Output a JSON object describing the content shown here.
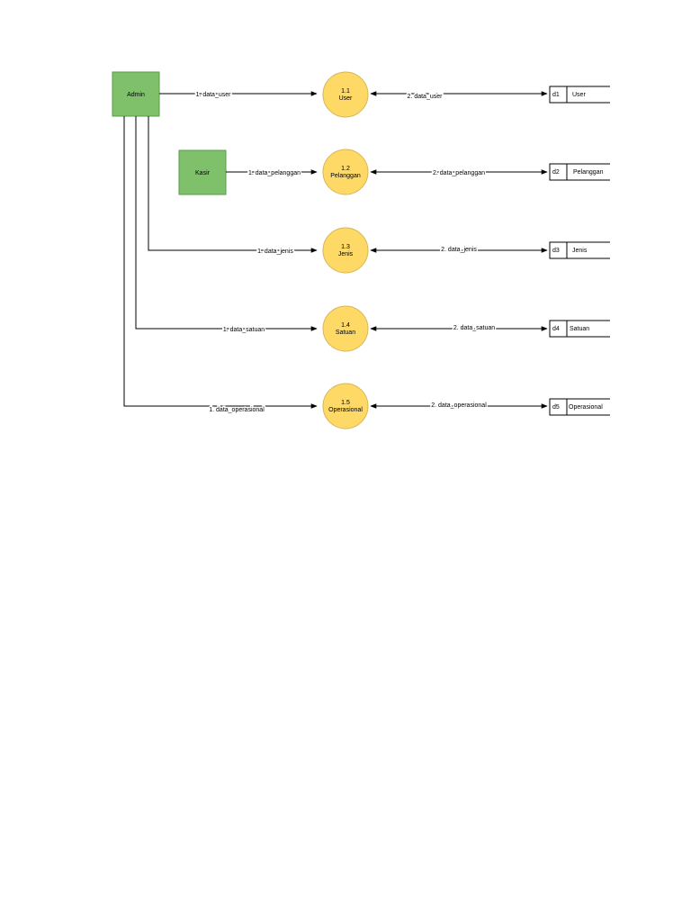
{
  "colors": {
    "entity_fill": "#7ec16a",
    "entity_stroke": "#5a9a4a",
    "process_fill": "#ffd966",
    "process_stroke": "#d6b656",
    "line": "#000000"
  },
  "entities": {
    "admin": {
      "label": "Admin"
    },
    "kasir": {
      "label": "Kasir"
    }
  },
  "processes": [
    {
      "id": "p1",
      "number": "1.1",
      "name": "User"
    },
    {
      "id": "p2",
      "number": "1.2",
      "name": "Pelanggan"
    },
    {
      "id": "p3",
      "number": "1.3",
      "name": "Jenis"
    },
    {
      "id": "p4",
      "number": "1.4",
      "name": "Satuan"
    },
    {
      "id": "p5",
      "number": "1.5",
      "name": "Operasional"
    }
  ],
  "stores": [
    {
      "id": "d1",
      "code": "d1",
      "name": "User"
    },
    {
      "id": "d2",
      "code": "d2",
      "name": "Pelanggan"
    },
    {
      "id": "d3",
      "code": "d3",
      "name": "Jenis"
    },
    {
      "id": "d4",
      "code": "d4",
      "name": "Satuan"
    },
    {
      "id": "d5",
      "code": "d5",
      "name": "Operasional"
    }
  ],
  "flows": {
    "in": [
      "1. data_user",
      "1. data_pelanggan",
      "1. data_jenis",
      "1. data_satuan",
      "1. data_operasional"
    ],
    "out": [
      "2. data_user",
      "2. data_pelanggan",
      "2. data_jenis",
      "2. data_satuan",
      "2. data_operasional"
    ]
  }
}
